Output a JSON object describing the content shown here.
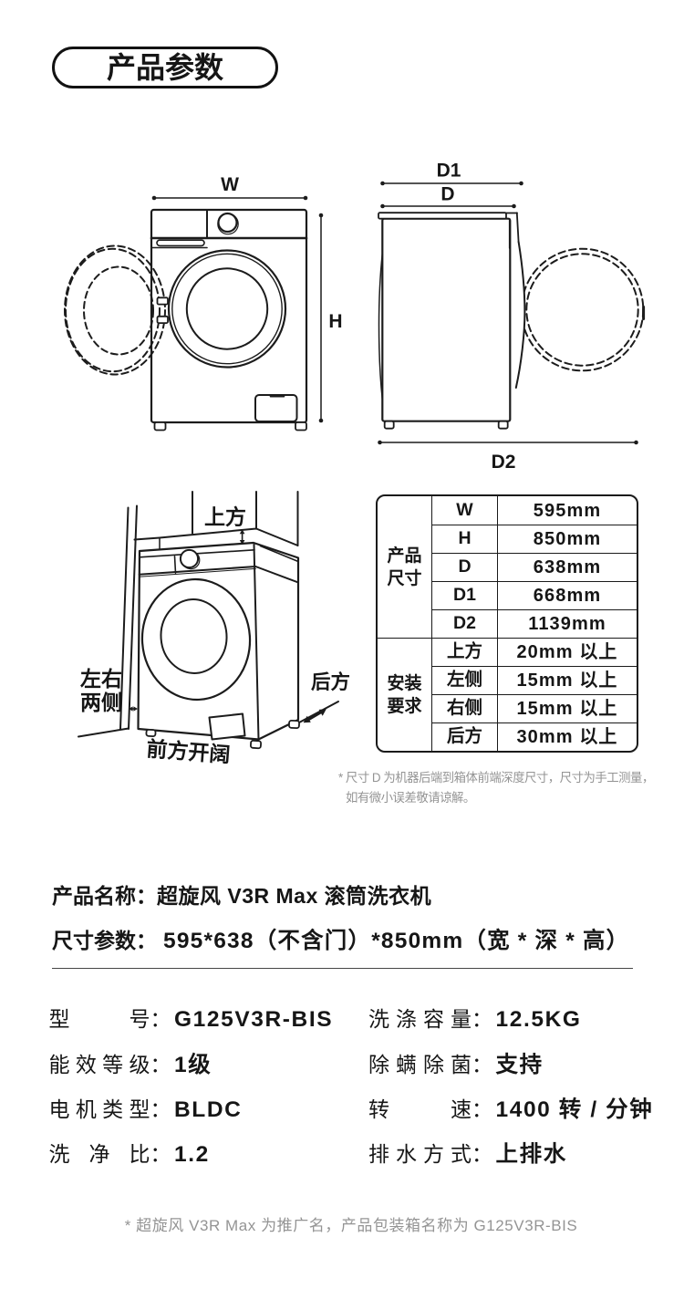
{
  "colors": {
    "ink": "#161616",
    "muted": "#949494",
    "background": "#ffffff"
  },
  "header": {
    "title": "产品参数"
  },
  "front_view": {
    "width_label": "W",
    "height_label": "H"
  },
  "side_view": {
    "depth_label": "D",
    "depth_front_label": "D1",
    "depth_open_label": "D2"
  },
  "install_view": {
    "top_label": "上方",
    "sides_label_line1": "左右",
    "sides_label_line2": "两侧",
    "rear_label": "后方",
    "front_label": "前方开阔"
  },
  "spec_table": {
    "groups": [
      {
        "label_line1": "产品",
        "label_line2": "尺寸",
        "rows": [
          {
            "key": "W",
            "value": "595mm"
          },
          {
            "key": "H",
            "value": "850mm"
          },
          {
            "key": "D",
            "value": "638mm"
          },
          {
            "key": "D1",
            "value": "668mm"
          },
          {
            "key": "D2",
            "value": "1139mm"
          }
        ]
      },
      {
        "label_line1": "安装",
        "label_line2": "要求",
        "rows": [
          {
            "key": "上方",
            "value": "20mm 以上"
          },
          {
            "key": "左侧",
            "value": "15mm 以上"
          },
          {
            "key": "右侧",
            "value": "15mm 以上"
          },
          {
            "key": "后方",
            "value": "30mm 以上"
          }
        ]
      }
    ],
    "note_line1": "* 尺寸 D 为机器后端到箱体前端深度尺寸，尺寸为手工测量，",
    "note_line2": "如有微小误差敬请谅解。"
  },
  "product_info": {
    "name_label": "产品名称：",
    "name_value": "超旋风 V3R Max 滚筒洗衣机",
    "size_label": "尺寸参数：",
    "size_value": "595*638（不含门）*850mm（宽 * 深 * 高）"
  },
  "punct": {
    "colon": "："
  },
  "specs": {
    "left": [
      {
        "label": "型号",
        "value": "G125V3R-BIS"
      },
      {
        "label": "能效等级",
        "value": "1级"
      },
      {
        "label": "电机类型",
        "value": "BLDC"
      },
      {
        "label": "洗净比",
        "value": "1.2"
      }
    ],
    "right": [
      {
        "label": "洗涤容量",
        "value": "12.5KG"
      },
      {
        "label": "除螨除菌",
        "value": "支持"
      },
      {
        "label": "转速",
        "value": "1400 转 / 分钟"
      },
      {
        "label": "排水方式",
        "value": "上排水"
      }
    ]
  },
  "footnote": "* 超旋风 V3R Max 为推广名，产品包装箱名称为 G125V3R-BIS"
}
